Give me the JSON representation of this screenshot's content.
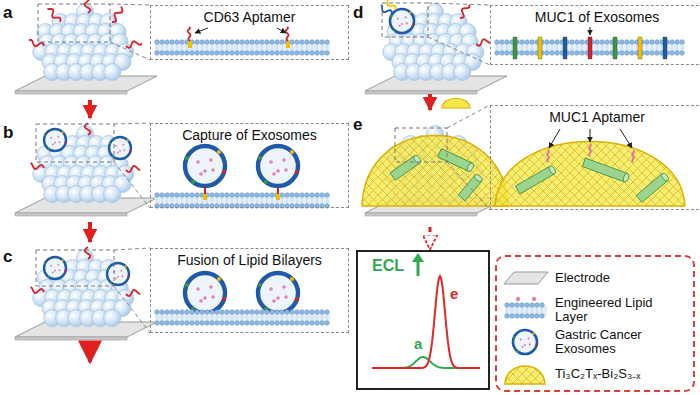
{
  "diagram": {
    "nodes": [
      {
        "text": [
          "a"
        ]
      },
      {
        "text": [
          "CD63 Aptamer"
        ]
      },
      {
        "text": [
          "b"
        ]
      },
      {
        "text": [
          "Capture of Exosomes"
        ]
      },
      {
        "text": [
          "c"
        ]
      },
      {
        "text": [
          "Fusion of Lipid Bilayers"
        ]
      },
      {
        "text": [
          "d"
        ]
      },
      {
        "text": [
          "MUC1 of Exosomes"
        ]
      },
      {
        "text": [
          "e"
        ]
      },
      {
        "text": [
          "MUC1 Aptamer"
        ]
      },
      {
        "text": [
          "ECL",
          "e",
          "a"
        ]
      }
    ],
    "edges": [
      {
        "from": 0,
        "to": 2,
        "arrow": "to"
      },
      {
        "from": 2,
        "to": 4,
        "arrow": "to"
      },
      {
        "from": 6,
        "to": 8,
        "arrow": "to"
      },
      {
        "from": 8,
        "to": 10,
        "arrow": "to"
      }
    ],
    "legend": [
      {
        "text": "Electrode"
      },
      {
        "text": "Engineered Lipid Layer"
      },
      {
        "text": "Gastric Cancer Exosomes"
      },
      {
        "text": "Ti₃C₂Tₓ-Bi₂S₃₋ₓ"
      }
    ]
  }
}
